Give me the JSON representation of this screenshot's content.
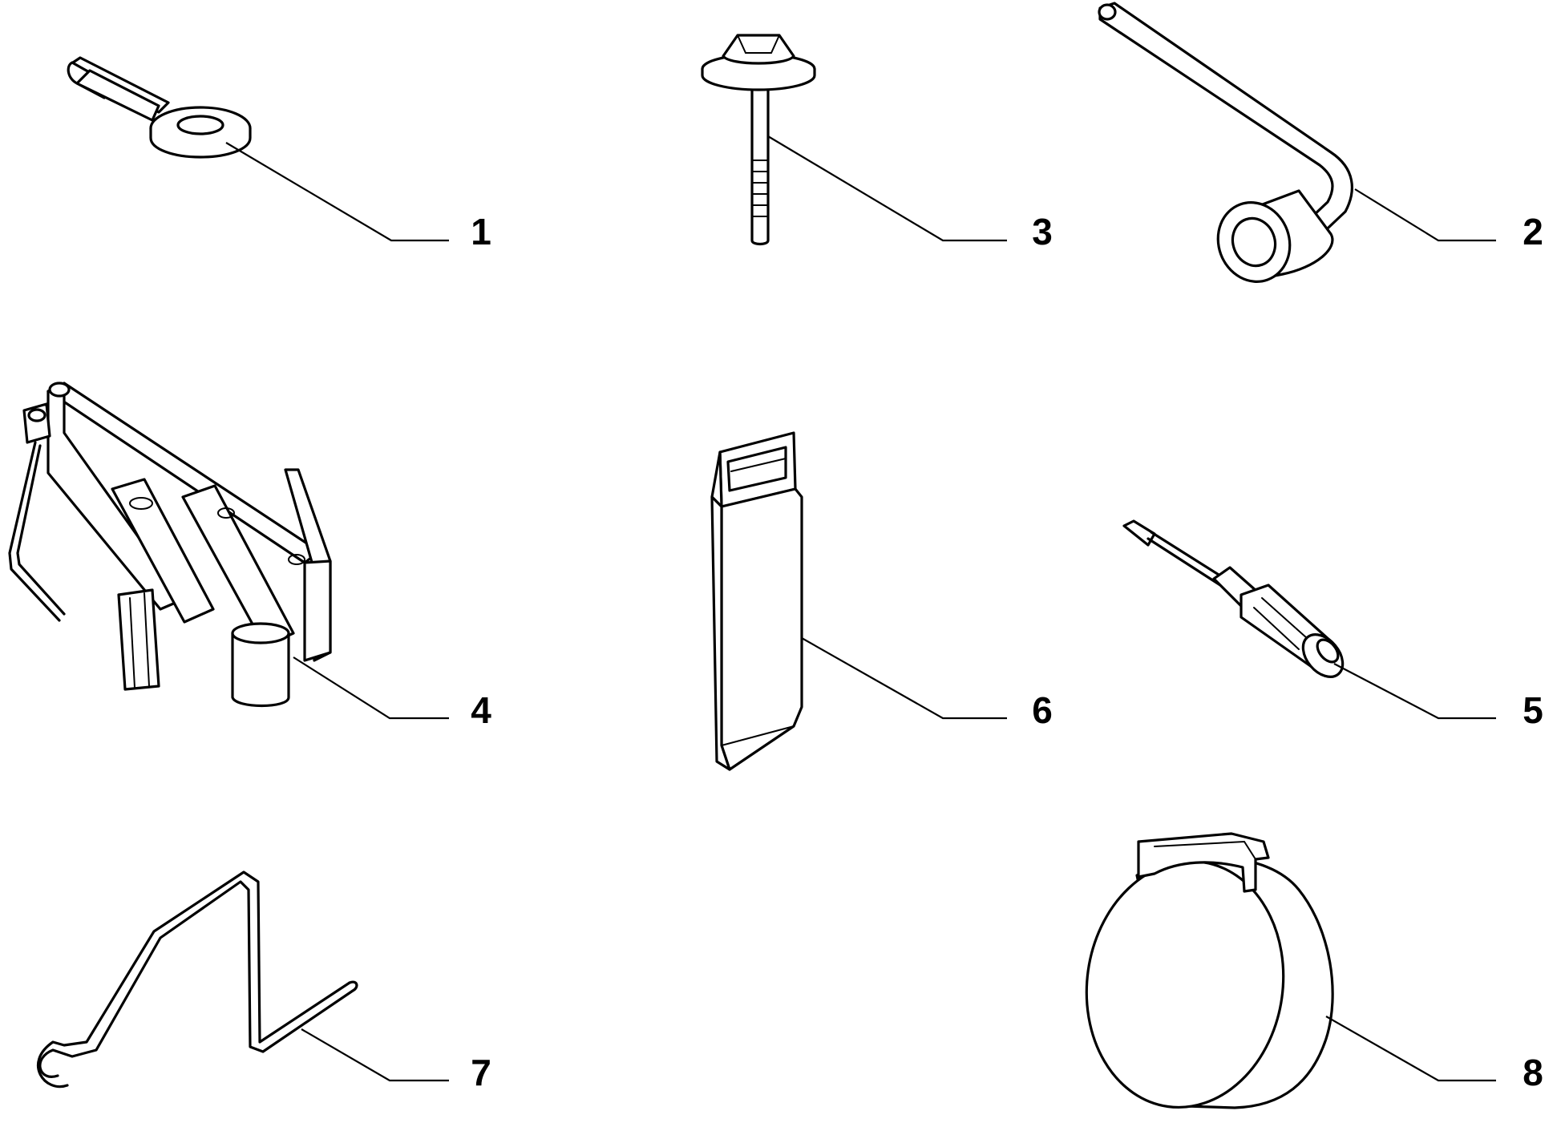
{
  "callouts": {
    "c1": "1",
    "c2": "2",
    "c3": "3",
    "c4": "4",
    "c5": "5",
    "c6": "6",
    "c7": "7",
    "c8": "8"
  },
  "colors": {
    "line": "#000000",
    "background": "#ffffff"
  },
  "parts": [
    {
      "callout": "1",
      "icon": "tow-eye-icon"
    },
    {
      "callout": "2",
      "icon": "wheel-brace-icon"
    },
    {
      "callout": "3",
      "icon": "spare-wheel-bolt-icon"
    },
    {
      "callout": "4",
      "icon": "scissor-jack-icon"
    },
    {
      "callout": "5",
      "icon": "screwdriver-icon"
    },
    {
      "callout": "6",
      "icon": "tool-bag-icon"
    },
    {
      "callout": "7",
      "icon": "jack-handle-icon"
    },
    {
      "callout": "8",
      "icon": "tyre-repair-kit-icon"
    }
  ]
}
